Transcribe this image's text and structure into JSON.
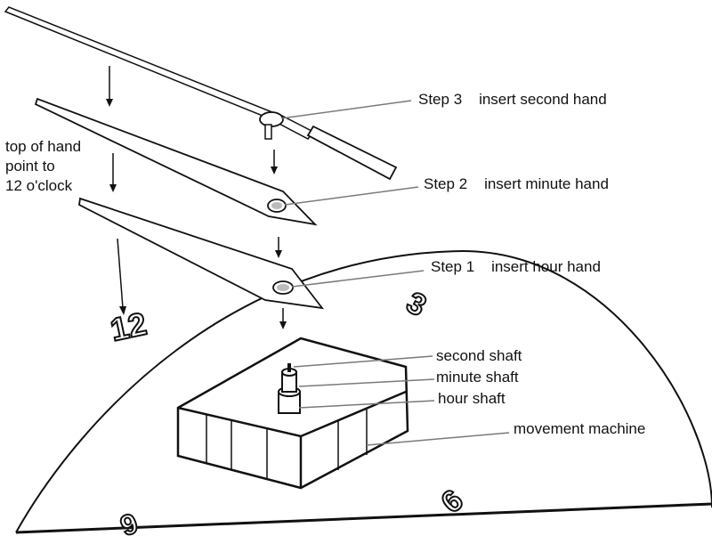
{
  "note": {
    "lines": [
      "top of hand",
      "point to",
      "12 o'clock"
    ]
  },
  "steps": [
    {
      "step": "Step 3",
      "action": "insert second hand"
    },
    {
      "step": "Step 2",
      "action": "insert minute hand"
    },
    {
      "step": "Step 1",
      "action": "insert hour hand"
    }
  ],
  "shafts": [
    "second shaft",
    "minute shaft",
    "hour shaft"
  ],
  "movement_label": "movement  machine",
  "dial_numbers": {
    "twelve": "12",
    "three": "3",
    "six": "6",
    "nine": "9"
  },
  "colors": {
    "ink": "#111111",
    "leader": "#7a7a7a",
    "paper": "#ffffff"
  }
}
